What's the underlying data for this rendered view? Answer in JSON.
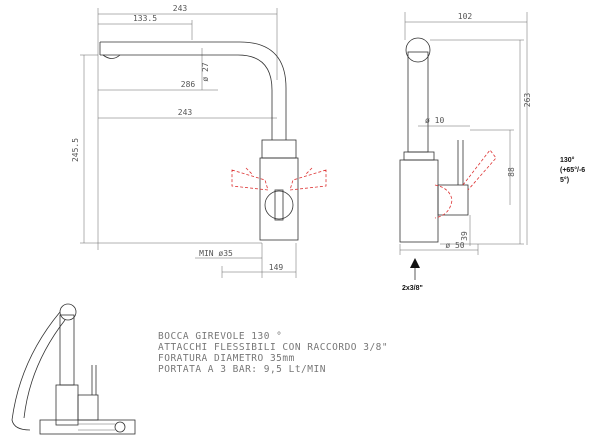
{
  "front_view": {
    "dim_overall_width": "243",
    "dim_spout_reach": "133.5",
    "dim_spout_height": "ø 27",
    "dim_spout_body": "286",
    "dim_reach_lower": "243",
    "dim_total_height": "245.5",
    "dim_min_hole": "MIN ø35",
    "dim_base_width": "149"
  },
  "side_view": {
    "dim_top_width": "102",
    "dim_height": "263",
    "dim_pipe_dia": "ø 10",
    "dim_body_height": "88",
    "dim_base_dia": "ø 50",
    "dim_small": "39",
    "rotation_angle": "130°",
    "rotation_range_line1": "(+65°/-6",
    "rotation_range_line2": "5°)",
    "connection_label": "2x3/8\""
  },
  "specs": {
    "line1": "BOCCA GIREVOLE 130 °",
    "line2": "ATTACCHI FLESSIBILI CON RACCORDO 3/8\"",
    "line3": "FORATURA DIAMETRO 35mm",
    "line4": "PORTATA A 3 BAR: 9,5 Lt/MIN"
  }
}
